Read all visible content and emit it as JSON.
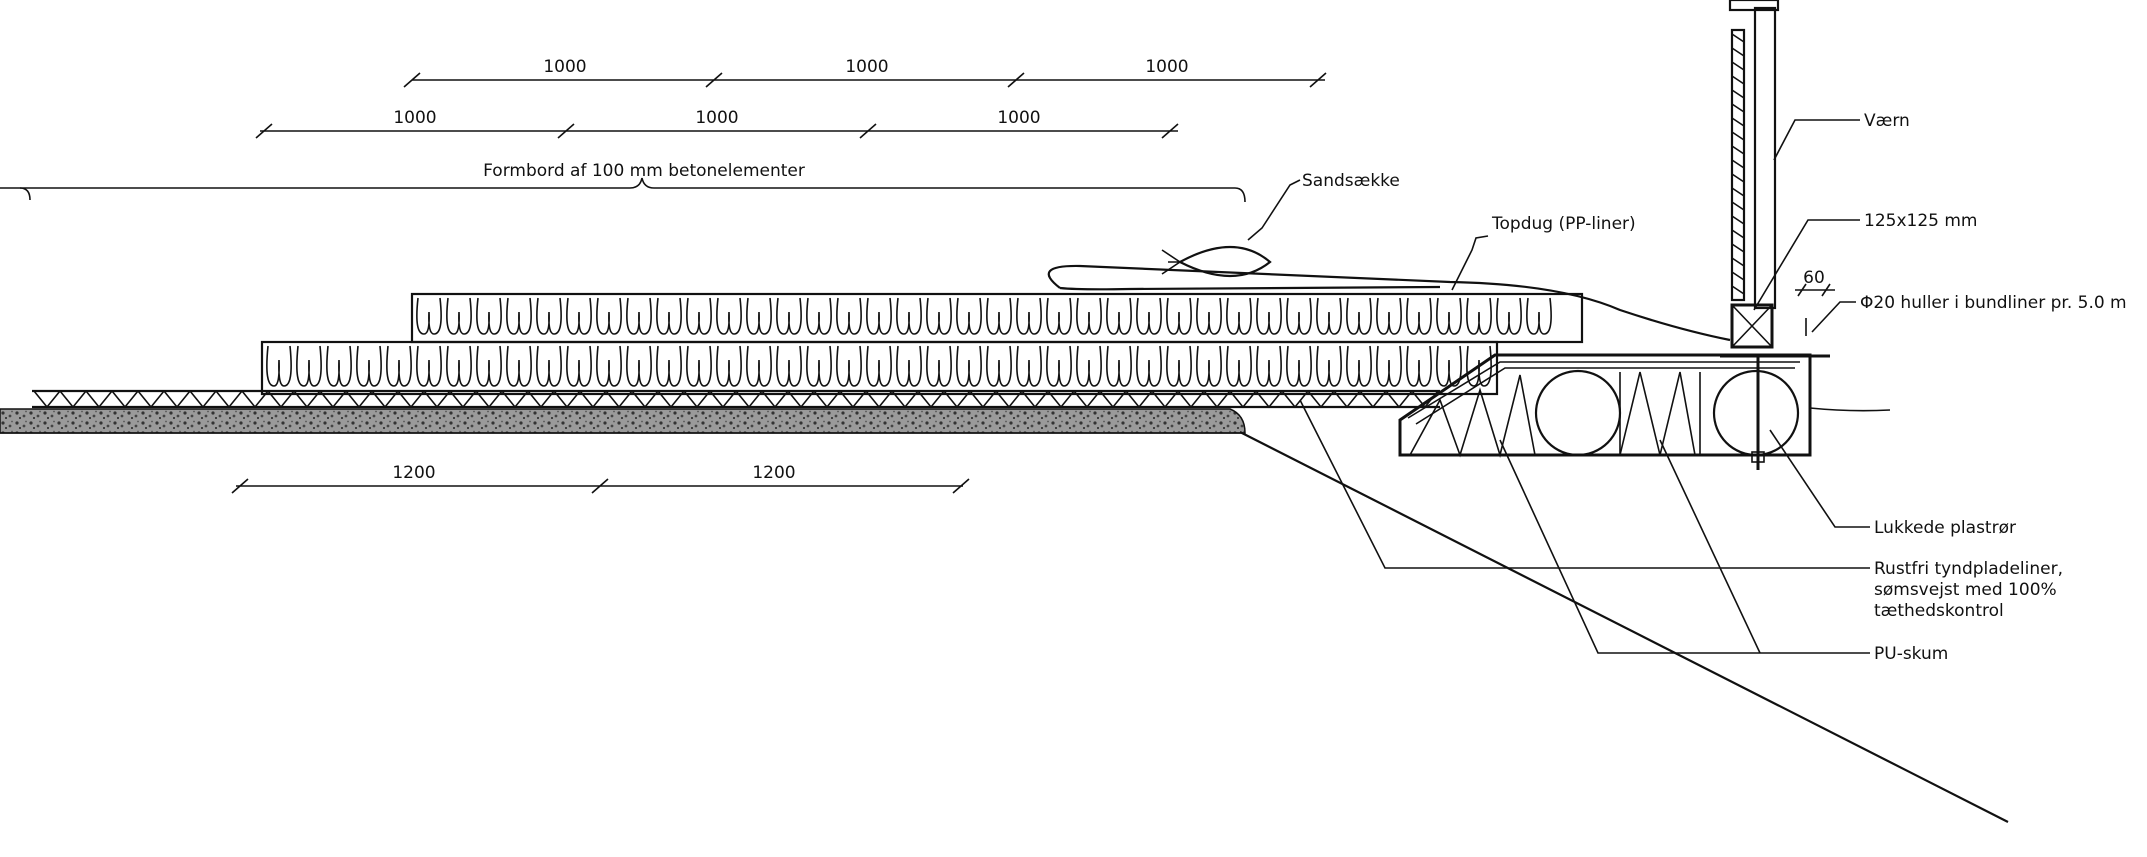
{
  "dimensions": {
    "top_row": [
      "1000",
      "1000",
      "1000"
    ],
    "second_row": [
      "1000",
      "1000",
      "1000"
    ],
    "bottom_row": [
      "1200",
      "1200"
    ],
    "post_gap": "60"
  },
  "labels": {
    "formbord": "Formbord af 100 mm betonelementer",
    "sandsaekke": "Sandsække",
    "topdug": "Topdug (PP-liner)",
    "vaern": "Værn",
    "post_size": "125x125 mm",
    "holes": "Φ20 huller i bundliner pr. 5.0 m",
    "lukkede": "Lukkede plastrør",
    "rustfri_1": "Rustfri tyndpladeliner,",
    "rustfri_2": "sømsvejst med 100%",
    "rustfri_3": "tæthedskontrol",
    "pu_skum": "PU-skum"
  }
}
